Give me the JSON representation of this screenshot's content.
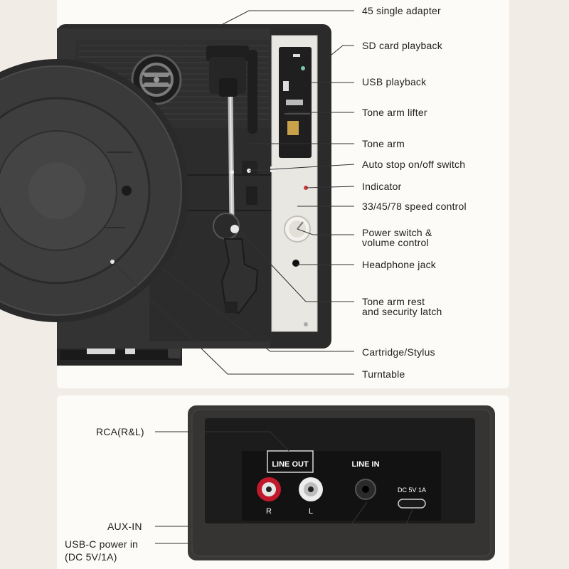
{
  "top_callouts": [
    {
      "id": "adapter",
      "text": "45 single adapter"
    },
    {
      "id": "sd",
      "text": "SD card playback"
    },
    {
      "id": "usb",
      "text": "USB playback"
    },
    {
      "id": "lifter",
      "text": "Tone arm lifter"
    },
    {
      "id": "tonearm",
      "text": "Tone arm"
    },
    {
      "id": "autostop",
      "text": "Auto stop on/off switch"
    },
    {
      "id": "indicator",
      "text": "Indicator"
    },
    {
      "id": "speed",
      "text": "33/45/78 speed control"
    },
    {
      "id": "power_line1",
      "text": "Power switch &"
    },
    {
      "id": "power_line2",
      "text": "volume control"
    },
    {
      "id": "headphone",
      "text": "Headphone jack"
    },
    {
      "id": "rest_line1",
      "text": "Tone arm rest"
    },
    {
      "id": "rest_line2",
      "text": "and security latch"
    },
    {
      "id": "cartridge",
      "text": "Cartridge/Stylus"
    },
    {
      "id": "turntable",
      "text": "Turntable"
    }
  ],
  "bottom_callouts": [
    {
      "id": "rca",
      "text": "RCA(R&L)"
    },
    {
      "id": "aux",
      "text": "AUX-IN"
    },
    {
      "id": "usbc_line1",
      "text": "USB-C power in"
    },
    {
      "id": "usbc_line2",
      "text": "(DC 5V/1A)"
    }
  ],
  "back_panel": {
    "line_out": "LINE OUT",
    "line_in": "LINE IN",
    "dc_label": "DC 5V 1A",
    "right_channel": "R",
    "left_channel": "L"
  },
  "colors": {
    "background": "#f1ece6",
    "panel": "#fdfbf8",
    "device_dark": "#2b2b2b",
    "platter": "#3a3a3a",
    "control_plate": "#e9e7e2",
    "rca_red": "#c0192b",
    "leather": "#3a3836",
    "leader": "#333333"
  },
  "icons": [
    "turntable-platter",
    "tone-arm",
    "cartridge",
    "volume-knob",
    "headphone-icon",
    "rca-jack",
    "aux-jack",
    "usb-c-port",
    "sd-card-slot",
    "usb-slot"
  ]
}
